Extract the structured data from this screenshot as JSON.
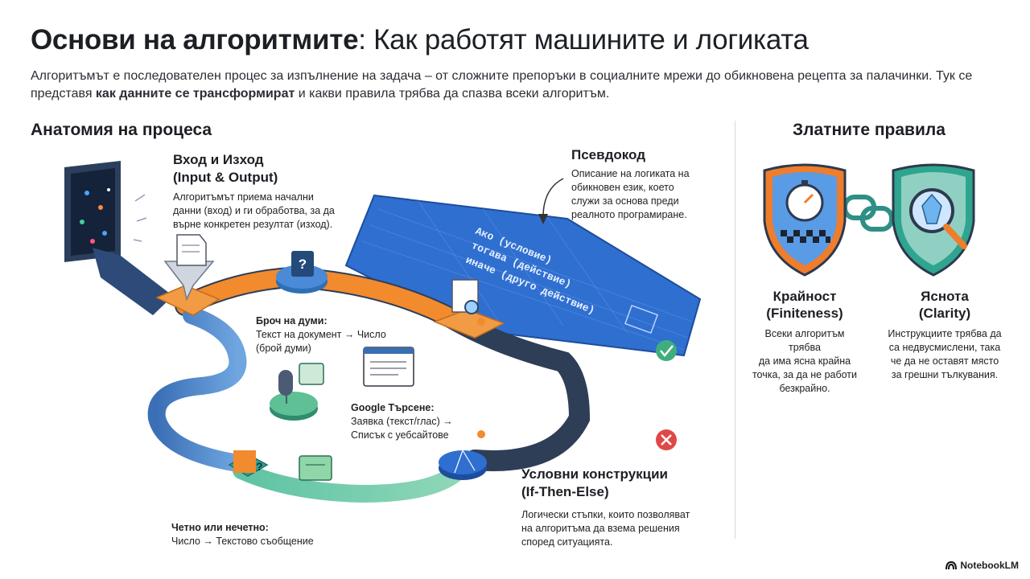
{
  "title": {
    "bold": "Основи на алгоритмите",
    "rest": ": Как работят машините и логиката"
  },
  "intro": {
    "part1": "Алгоритъмът е последователен процес за изпълнение на задача – от сложните препоръки в социалните мрежи до обикновена рецепта за палачинки. Тук се представя ",
    "bold": "как данните се трансформират",
    "part2": " и какви правила трябва да спазва всеки алгоритъм."
  },
  "left_section": {
    "title": "Анатомия на процеса"
  },
  "right_section": {
    "title": "Златните правила"
  },
  "io": {
    "title_line1": "Вход и Изход",
    "title_line2": "(Input & Output)",
    "body_line1": "Алгоритъмът приема начални",
    "body_line2": "данни (вход) и ги обработва, за да",
    "body_line3": "върне конкретен резултат (изход)."
  },
  "pseudocode": {
    "title": "Псевдокод",
    "body_line1": "Описание на логиката на",
    "body_line2": "обикновен език, което",
    "body_line3": "служи за основа преди",
    "body_line4": "реалното програмиране.",
    "blueprint_line1": "Ако (условие)",
    "blueprint_line2": "тогава (действие)",
    "blueprint_line3": "иначе (друго действие)"
  },
  "word_count": {
    "title": "Броч на думи:",
    "line1": "Текст на документ → Число",
    "line2": "(брой думи)"
  },
  "google": {
    "title": "Google Търсене:",
    "line1": "Заявка (текст/глас) →",
    "line2": "Списък с уебсайтове"
  },
  "odd_even": {
    "title": "Четно или нечетно:",
    "line1": "Число → Текстово съобщение"
  },
  "conditionals": {
    "title_line1": "Условни конструкции",
    "title_line2": "(If-Then-Else)",
    "body_line1": "Логически стъпки, които позволяват",
    "body_line2": "на алгоритъма да взема решения",
    "body_line3": "според ситуацията."
  },
  "rules": [
    {
      "title_line1": "Крайност",
      "title_line2": "(Finiteness)",
      "body_line1": "Всеки алгоритъм трябва",
      "body_line2": "да има ясна крайна",
      "body_line3": "точка, за да не работи",
      "body_line4": "безкрайно."
    },
    {
      "title_line1": "Яснота",
      "title_line2": "(Clarity)",
      "body_line1": "Инструкциите трябва да",
      "body_line2": "са недвусмислени, така",
      "body_line3": "че да не оставят място",
      "body_line4": "за грешни тълкувания."
    }
  ],
  "brand": "NotebookLM",
  "colors": {
    "blueprint": "#2f6fd0",
    "orange": "#f28a2e",
    "teal": "#3fa88a",
    "red": "#e04848",
    "shield_orange": "#ef7d2c",
    "shield_teal": "#2fa58f"
  }
}
